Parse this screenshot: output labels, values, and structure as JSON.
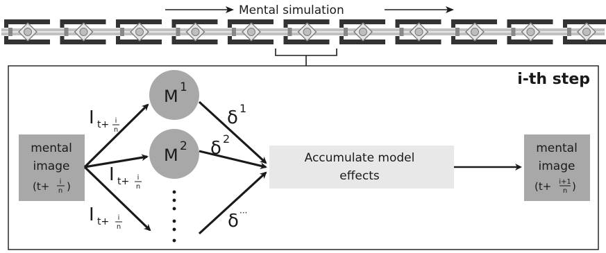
{
  "header": {
    "title": "Mental simulation"
  },
  "panel": {
    "label": "i-th step"
  },
  "nodes": {
    "input": {
      "line1": "mental",
      "line2": "image",
      "time_prefix": "(t+",
      "frac_num": "i",
      "frac_den": "n",
      "time_suffix": ")"
    },
    "model1": {
      "base": "M",
      "sup": "1"
    },
    "model2": {
      "base": "M",
      "sup": "2"
    },
    "model_more": "⋮",
    "accumulate": {
      "line1": "Accumulate model",
      "line2": "effects"
    },
    "output": {
      "line1": "mental",
      "line2": "image",
      "time_prefix": "(t+",
      "frac_num": "i+1",
      "frac_den": "n",
      "time_suffix": ")"
    }
  },
  "edges": {
    "input_label": {
      "base": "I",
      "sub": "t+",
      "frac_num": "i",
      "frac_den": "n"
    },
    "delta1": {
      "base": "δ",
      "sup": "1"
    },
    "delta2": {
      "base": "δ",
      "sup": "2"
    },
    "delta_more": {
      "base": "δ",
      "sup": "···"
    }
  },
  "colors": {
    "node_fill": "#a8a8a8",
    "box_fill": "#c8c8c8",
    "accumulate_fill": "#e8e8e8",
    "line": "#1a1a1a",
    "filmstrip_dark": "#333333",
    "filmstrip_light": "#c0c0c0"
  }
}
